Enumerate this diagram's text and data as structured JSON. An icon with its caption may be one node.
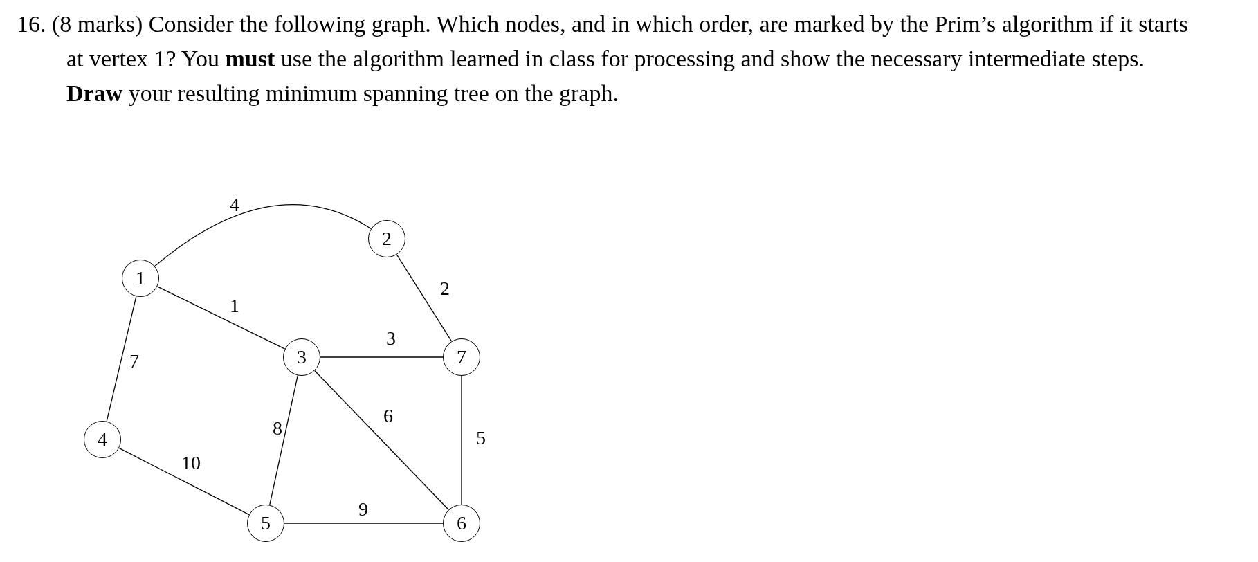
{
  "diagram": {
    "title": "16. (8 marks) Consider the following graph. Which nodes, and in which order, are marked by the Prim’s algorithm if it starts at vertex 1? You **must** use the algorithm learned in class for processing and show the necessary intermediate steps. **Draw** your resulting minimum spanning tree on the graph.",
    "nodes": [
      {
        "text": [
          "1"
        ]
      },
      {
        "text": [
          "2"
        ]
      },
      {
        "text": [
          "3"
        ]
      },
      {
        "text": [
          "7"
        ]
      },
      {
        "text": [
          "4"
        ]
      },
      {
        "text": [
          "5"
        ]
      },
      {
        "text": [
          "6"
        ]
      }
    ],
    "edges": [
      {
        "from": 0,
        "to": 1,
        "arrow": "none",
        "label": "4"
      },
      {
        "from": 0,
        "to": 2,
        "arrow": "none",
        "label": "1"
      },
      {
        "from": 1,
        "to": 3,
        "arrow": "none",
        "label": "2"
      },
      {
        "from": 2,
        "to": 3,
        "arrow": "none",
        "label": "3"
      },
      {
        "from": 0,
        "to": 4,
        "arrow": "none",
        "label": "7"
      },
      {
        "from": 2,
        "to": 6,
        "arrow": "none",
        "label": "6"
      },
      {
        "from": 2,
        "to": 5,
        "arrow": "none",
        "label": "8"
      },
      {
        "from": 3,
        "to": 6,
        "arrow": "none",
        "label": "5"
      },
      {
        "from": 4,
        "to": 5,
        "arrow": "none",
        "label": "10"
      },
      {
        "from": 5,
        "to": 6,
        "arrow": "none",
        "label": "9"
      }
    ]
  }
}
